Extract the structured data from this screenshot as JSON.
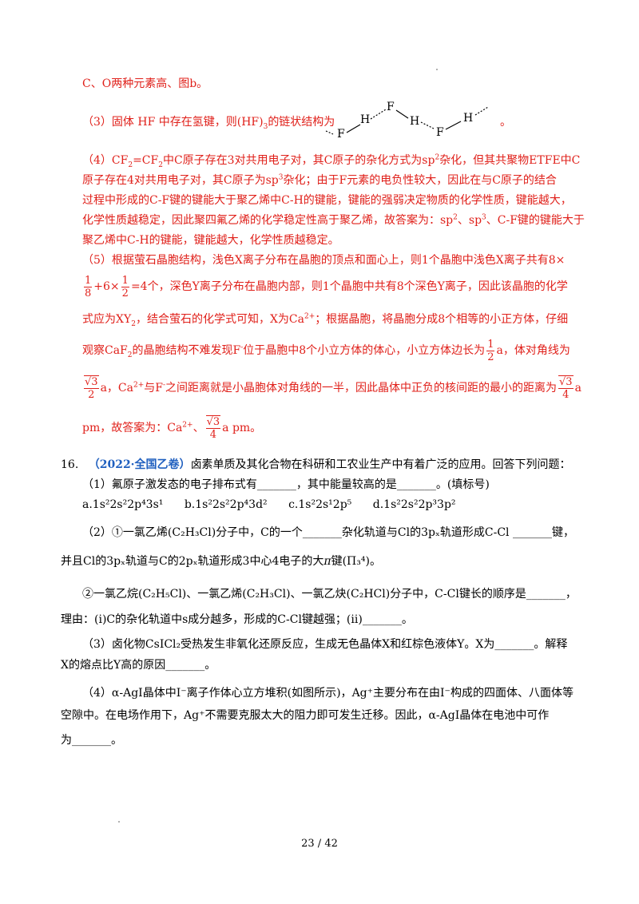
{
  "answers": {
    "line_top": "C、O两种元素高、图b。",
    "p3_text": "（3）固体 HF 中存在氢键，则(HF)",
    "p3_sub": "3",
    "p3_text2": "的链状结构为",
    "p3_end": "。",
    "hf_chain": [
      "F",
      "H",
      "F",
      "H",
      "F",
      "H"
    ],
    "p4_l1a": "（4）CF",
    "p4_l1b": "=CF",
    "p4_l1c": "中C原子存在3对共用电子对，其C原子的杂化方式为sp",
    "p4_l1d": "杂化，但其共聚物ETFE中C",
    "p4_l2a": "原子存在4对共用电子对，其C原子为sp",
    "p4_l2b": "杂化；由于F元素的电负性较大，因此在与C原子的结合",
    "p4_l3": "过程中形成的C-F键的键能大于聚乙烯中C-H的键能，键能的强弱决定物质的化学性质，键能越大，",
    "p4_l4a": "化学性质越稳定，因此聚四氟乙烯的化学稳定性高于聚乙烯，故答案为：sp",
    "p4_l4b": "、sp",
    "p4_l4c": "、C-F键的键能大于",
    "p4_l5": "聚乙烯中C-H的键能，键能越大，化学性质越稳定。",
    "p5_l1": "（5）根据萤石晶胞结构，浅色X离子分布在晶胞的顶点和面心上，则1个晶胞中浅色X离子共有8×",
    "p5_l2a": "+6×",
    "p5_l2b": "=4个，深色Y离子分布在晶胞内部，则1个晶胞中共有8个深色Y离子，因此该晶胞的化学",
    "p5_l3a": "式应为XY",
    "p5_l3b": "，结合萤石的化学式可知，X为Ca",
    "p5_l3c": "；根据晶胞，将晶胞分成8个相等的小正方体，仔细",
    "p5_l4a": "观察CaF",
    "p5_l4b": "的晶胞结构不难发现F",
    "p5_l4c": "位于晶胞中8个小立方体的体心，小立方体边长为",
    "p5_l4d": "a，体对角线为",
    "p5_l5a": "a，Ca",
    "p5_l5b": "与F",
    "p5_l5c": "之间距离就是小晶胞体对角线的一半，因此晶体中正负的核间距的最小的距离为",
    "p5_l5d": "a",
    "p5_l6a": "pm，故答案为：Ca",
    "p5_l6b": "、",
    "p5_l6c": "a pm。",
    "frac_1_8": [
      "1",
      "8"
    ],
    "frac_1_2": [
      "1",
      "2"
    ],
    "sqrt3": "√3",
    "den_2": "2",
    "den_4": "4",
    "sup_2": "2",
    "sup_3": "3",
    "sup_2plus": "2+",
    "sup_minus": "-"
  },
  "question16": {
    "number": "16.",
    "source": "（2022·全国乙卷）",
    "intro": "卤素单质及其化合物在科研和工农业生产中有着广泛的应用。回答下列问题：",
    "q1": "（1）氟原子激发态的电子排布式有_______，其中能量较高的是_______。(填标号)",
    "options": [
      {
        "label": "a.",
        "config": "1s²2s²2p⁴3s¹"
      },
      {
        "label": "b.",
        "config": "1s²2s²2p⁴3d²"
      },
      {
        "label": "c.",
        "config": "1s²2s¹2p⁵"
      },
      {
        "label": "d.",
        "config": "1s²2s²2p³3p²"
      }
    ],
    "q2_l1a": "（2）①一氯乙烯",
    "q2_l1b": "(C₂H₃Cl)",
    "q2_l1c": "分子中，C的一个_______杂化轨道与Cl的",
    "q2_l1d": "3pₓ",
    "q2_l1e": "轨道形成C-Cl _______键，",
    "q2_l2a": "并且Cl的",
    "q2_l2b": "3pₓ",
    "q2_l2c": "轨道与C的",
    "q2_l2d": "2pₓ",
    "q2_l2e": "轨道形成3中心4电子的大",
    "q2_l2f": "π",
    "q2_l2g": "键",
    "q2_l2h": "(Π₃⁴)",
    "q2_l2i": "。",
    "q2_l3a": "②一氯乙烷",
    "q2_l3b": "(C₂H₅Cl)",
    "q2_l3c": "、一氯乙烯",
    "q2_l3d": "(C₂H₃Cl)",
    "q2_l3e": "、一氯乙炔",
    "q2_l3f": "(C₂HCl)",
    "q2_l3g": "分子中，C-Cl键长的顺序是_______，",
    "q2_l4a": "理由：(i)C的杂化轨道中s成分越多，形成的",
    "q2_l4b": "C-Cl",
    "q2_l4c": "键越强；(ii)_______。",
    "q3_l1a": "（3）卤化物",
    "q3_l1b": "CsICl₂",
    "q3_l1c": "受热发生非氧化还原反应，生成无色晶体X和红棕色液体Y。X为_______。解释",
    "q3_l2": "X的熔点比Y高的原因_______。",
    "q4_l1a": "（4）α-AgI晶体中",
    "q4_l1b": "I⁻",
    "q4_l1c": "离子作体心立方堆积(如图所示)，",
    "q4_l1d": "Ag⁺",
    "q4_l1e": "主要分布在由",
    "q4_l1f": "I⁻",
    "q4_l1g": "构成的四面体、八面体等",
    "q4_l2a": "空隙中。在电场作用下，",
    "q4_l2b": "Ag⁺",
    "q4_l2c": "不需要克服太大的阻力即可发生迁移。因此，α-AgI晶体在电池中可作",
    "q4_l3": "为_______。"
  },
  "footer": {
    "page": "23",
    "sep": "/",
    "total": "42"
  },
  "colors": {
    "answer_red": "#e0201a",
    "source_blue": "#1f5fbf",
    "text": "#000000"
  }
}
